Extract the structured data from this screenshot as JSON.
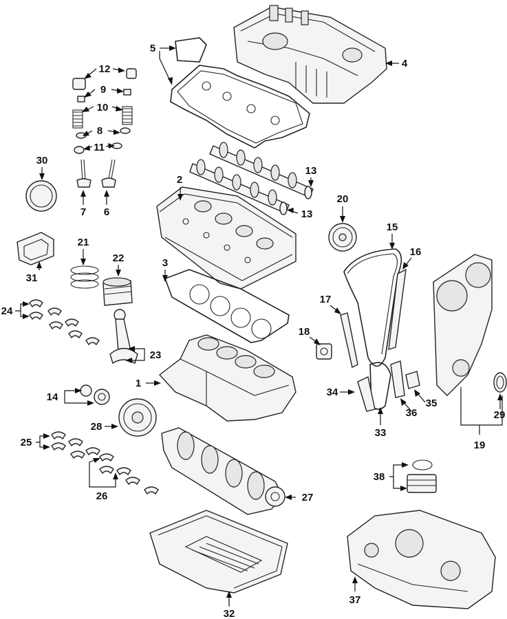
{
  "callouts": {
    "c1": "1",
    "c2": "2",
    "c3": "3",
    "c4": "4",
    "c5": "5",
    "c6": "6",
    "c7": "7",
    "c8": "8",
    "c9": "9",
    "c10": "10",
    "c11": "11",
    "c12": "12",
    "c13a": "13",
    "c13b": "13",
    "c14": "14",
    "c15": "15",
    "c16": "16",
    "c17": "17",
    "c18": "18",
    "c19": "19",
    "c20": "20",
    "c21": "21",
    "c22": "22",
    "c23": "23",
    "c24": "24",
    "c25": "25",
    "c26": "26",
    "c27": "27",
    "c28": "28",
    "c29": "29",
    "c30": "30",
    "c31": "31",
    "c32": "32",
    "c33": "33",
    "c34": "34",
    "c35": "35",
    "c36": "36",
    "c37": "37",
    "c38": "38"
  }
}
